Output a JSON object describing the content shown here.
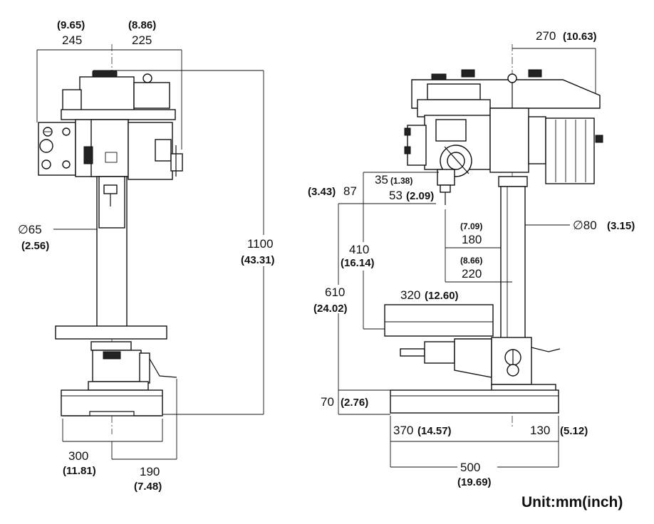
{
  "front_view": {
    "head_width_left_in": "(9.65)",
    "head_width_left_mm": "245",
    "head_width_right_in": "(8.86)",
    "head_width_right_mm": "225",
    "column_dia_mm": "∅65",
    "column_dia_in": "(2.56)",
    "height_mm": "1100",
    "height_in": "(43.31)",
    "base_width_mm": "300",
    "base_width_in": "(11.81)",
    "base_offset_mm": "190",
    "base_offset_in": "(7.48)"
  },
  "side_view": {
    "reach_mm": "270",
    "reach_in": "(10.63)",
    "spindle_a_mm": "35",
    "spindle_a_in": "(1.38)",
    "spindle_b_in": "(3.43)",
    "spindle_b_mm": "87",
    "spindle_c_mm": "53",
    "spindle_c_in": "(2.09)",
    "column_dia_mm": "∅80",
    "column_dia_in": "(3.15)",
    "throat_mm": "180",
    "throat_in": "(7.09)",
    "table_center_mm": "220",
    "table_center_in": "(8.66)",
    "spindle_table_mm": "410",
    "spindle_table_in": "(16.14)",
    "spindle_base_mm": "610",
    "spindle_base_in": "(24.02)",
    "table_width_mm": "320",
    "table_width_in": "(12.60)",
    "base_height_mm": "70",
    "base_height_in": "(2.76)",
    "base_front_mm": "370",
    "base_front_in": "(14.57)",
    "base_rear_mm": "130",
    "base_rear_in": "(5.12)",
    "base_length_mm": "500",
    "base_length_in": "(19.69)"
  },
  "unit_label": "Unit:mm(inch)"
}
